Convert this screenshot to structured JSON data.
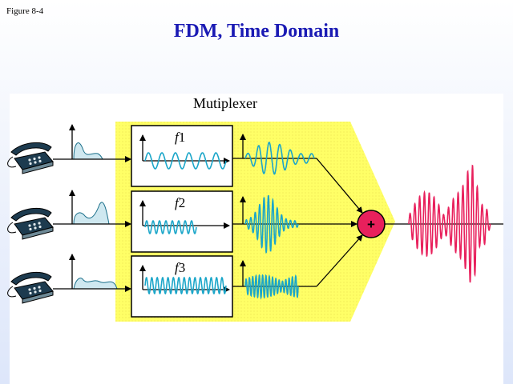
{
  "figure_label": "Figure 8-4",
  "title": "FDM, Time Domain",
  "multiplexer_label": "Mutiplexer",
  "channels": [
    {
      "freq_symbol": "f",
      "freq_number": "1"
    },
    {
      "freq_symbol": "f",
      "freq_number": "2"
    },
    {
      "freq_symbol": "f",
      "freq_number": "3"
    }
  ],
  "sum_symbol": "+",
  "colors": {
    "title": "#1a1ab4",
    "multiplexer_fill": "#ffff66",
    "carrier_wave": "#1ba6c9",
    "spectrum_fill": "#cfe8f0",
    "output_wave": "#e8205c",
    "adder_fill": "#e8205c"
  }
}
